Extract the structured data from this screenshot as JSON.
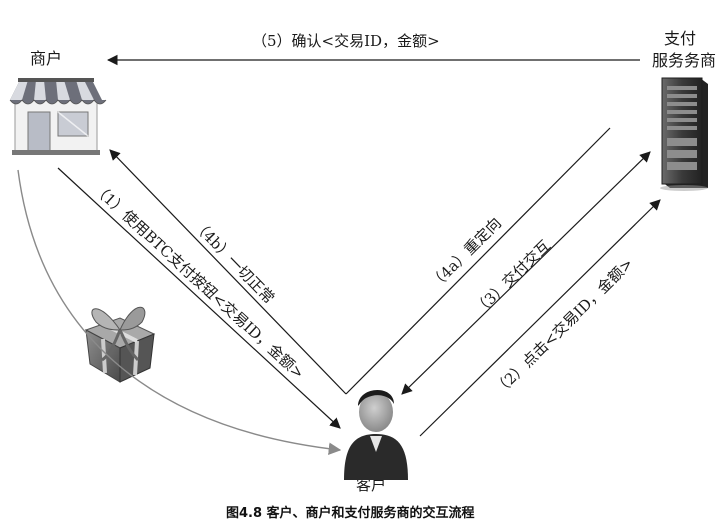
{
  "nodes": {
    "merchant": {
      "label": "商户",
      "icon": "storefront-icon"
    },
    "payment_provider": {
      "label_line1": "支付",
      "label_line2": "服务务商"
    },
    "customer": {
      "label": "客户",
      "icon": "person-icon"
    },
    "gift": {
      "icon": "gift-box-icon"
    }
  },
  "arrows": {
    "step1": "（1）使用BTC支付按钮<交易ID，金额>",
    "step2": "（2）点击<交易ID，金额>",
    "step3": "（3）交付交互",
    "step4a": "（4a）重定向",
    "step4b": "（4b）一切正常",
    "step5": "（5）确认<交易ID，金额>"
  },
  "caption": "图4.8 客户、商户和支付服务商的交互流程",
  "colors": {
    "line": "#1a1a1a",
    "gift_arrow": "#8a8a8a",
    "awning_dark": "#6d6f7a",
    "awning_light": "#d8dae0",
    "server_body": "#3a3a3a"
  }
}
